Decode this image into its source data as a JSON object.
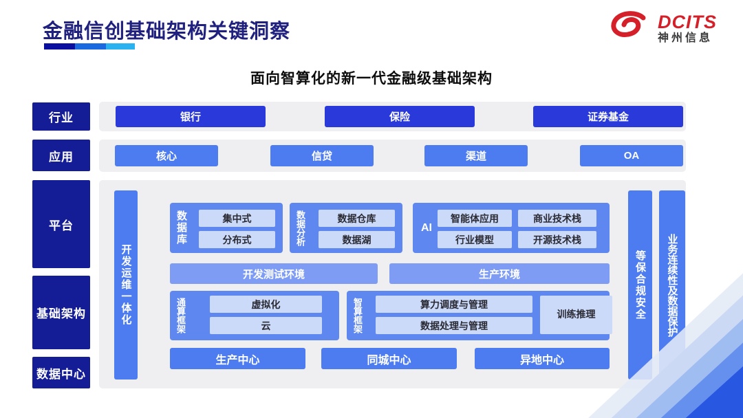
{
  "header": {
    "title": "金融信创基础架构关键洞察",
    "logo": {
      "brand": "DCITS",
      "company": "神州信息"
    }
  },
  "subtitle": "面向智算化的新一代金融级基础架构",
  "layers": {
    "industry": {
      "label": "行业"
    },
    "application": {
      "label": "应用"
    },
    "platform": {
      "label": "平台"
    },
    "infrastructure": {
      "label": "基础架构"
    },
    "datacenter": {
      "label": "数据中心"
    }
  },
  "industry_row": {
    "items": [
      "银行",
      "保险",
      "证券基金"
    ]
  },
  "application_row": {
    "items": [
      "核心",
      "信贷",
      "渠道",
      "OA"
    ]
  },
  "diagram": {
    "devops_bar": "开发运维一体化",
    "database": {
      "label": "数据库",
      "items": [
        "集中式",
        "分布式"
      ]
    },
    "analytics": {
      "label": "数据分析",
      "items": [
        "数据仓库",
        "数据湖"
      ]
    },
    "ai": {
      "label": "AI",
      "items": [
        "智能体应用",
        "商业技术栈",
        "行业模型",
        "开源技术栈"
      ]
    },
    "environments": [
      "开发测试环境",
      "生产环境"
    ],
    "general_compute": {
      "label": "通算框架",
      "items": [
        "虚拟化",
        "云"
      ]
    },
    "smart_compute": {
      "label": "智算框架",
      "items": [
        "算力调度与管理",
        "数据处理与管理"
      ],
      "side_box": "训练推理"
    },
    "centers": [
      "生产中心",
      "同城中心",
      "异地中心"
    ],
    "security_bar": "等保合规安全",
    "continuity_bar": "业务连续性及数据保护"
  },
  "colors": {
    "title_navy": "#20217f",
    "label_navy": "#151d96",
    "industry_blue": "#2a3ada",
    "primary_blue": "#4d7cf0",
    "block_blue": "#5e87f0",
    "env_blue": "#7e9cf4",
    "inner_light_blue": "#ccdafa",
    "strip_gray": "#efeff1",
    "logo_red": "#d52029",
    "underline": [
      "#0a0fa0",
      "#1a69de",
      "#29b2ef"
    ]
  }
}
